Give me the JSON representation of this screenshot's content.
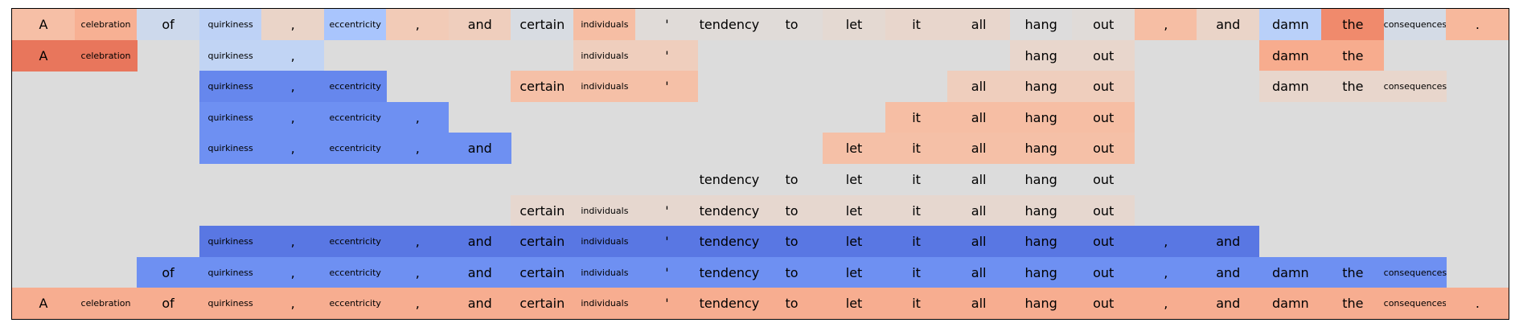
{
  "tokens": [
    "A",
    "celebration",
    "of",
    "quirkiness",
    ",",
    "eccentricity",
    ",",
    "and",
    "certain",
    "individuals",
    "'",
    "tendency",
    "to",
    "let",
    "it",
    "all",
    "hang",
    "out",
    ",",
    "and",
    "damn",
    "the",
    "consequences",
    "."
  ],
  "rows": [
    {
      "cells": [
        {
          "i": 0,
          "c": "#f6bfa6"
        },
        {
          "i": 1,
          "c": "#f7b093"
        },
        {
          "i": 2,
          "c": "#cdd9ec"
        },
        {
          "i": 3,
          "c": "#bed2f6"
        },
        {
          "i": 4,
          "c": "#ead4c8"
        },
        {
          "i": 5,
          "c": "#a9c5fd"
        },
        {
          "i": 6,
          "c": "#f2cbb7"
        },
        {
          "i": 7,
          "c": "#efcebd"
        },
        {
          "i": 8,
          "c": "#d8dce2"
        },
        {
          "i": 9,
          "c": "#f6bea4"
        },
        {
          "i": 10,
          "c": "#e0dbd8"
        },
        {
          "i": 11,
          "c": "#e0dbd8"
        },
        {
          "i": 12,
          "c": "#e0dbd8"
        },
        {
          "i": 13,
          "c": "#e4d9d2"
        },
        {
          "i": 14,
          "c": "#e8d6cc"
        },
        {
          "i": 15,
          "c": "#e8d6cc"
        },
        {
          "i": 16,
          "c": "#dddcdc"
        },
        {
          "i": 17,
          "c": "#e0dbd8"
        },
        {
          "i": 18,
          "c": "#f6bea4"
        },
        {
          "i": 19,
          "c": "#ead4c8"
        },
        {
          "i": 20,
          "c": "#b9d0f9"
        },
        {
          "i": 21,
          "c": "#f08a6c"
        },
        {
          "i": 22,
          "c": "#d4dbe6"
        },
        {
          "i": 23,
          "c": "#f7b89c"
        }
      ]
    },
    {
      "cells": [
        {
          "i": 0,
          "c": "#e8765c"
        },
        {
          "i": 1,
          "c": "#e8765c"
        },
        {
          "i": 3,
          "c": "#c1d4f4"
        },
        {
          "i": 4,
          "c": "#c1d4f4"
        },
        {
          "i": 9,
          "c": "#efcebd"
        },
        {
          "i": 10,
          "c": "#efcebd"
        },
        {
          "i": 16,
          "c": "#e8d6cc"
        },
        {
          "i": 17,
          "c": "#e8d6cc"
        },
        {
          "i": 20,
          "c": "#f7ac8e"
        },
        {
          "i": 21,
          "c": "#f7ac8e"
        }
      ]
    },
    {
      "cells": [
        {
          "i": 3,
          "c": "#6687ed"
        },
        {
          "i": 4,
          "c": "#6687ed"
        },
        {
          "i": 5,
          "c": "#6687ed"
        },
        {
          "i": 8,
          "c": "#f5c0a7"
        },
        {
          "i": 9,
          "c": "#f5c0a7"
        },
        {
          "i": 10,
          "c": "#f5c0a7"
        },
        {
          "i": 15,
          "c": "#efcebd"
        },
        {
          "i": 16,
          "c": "#efcebd"
        },
        {
          "i": 17,
          "c": "#efcebd"
        },
        {
          "i": 20,
          "c": "#e8d6cc"
        },
        {
          "i": 21,
          "c": "#e8d6cc"
        },
        {
          "i": 22,
          "c": "#e8d6cc"
        }
      ]
    },
    {
      "cells": [
        {
          "i": 3,
          "c": "#6e90f2"
        },
        {
          "i": 4,
          "c": "#6e90f2"
        },
        {
          "i": 5,
          "c": "#6e90f2"
        },
        {
          "i": 6,
          "c": "#6e90f2"
        },
        {
          "i": 14,
          "c": "#f6bea4"
        },
        {
          "i": 15,
          "c": "#f6bea4"
        },
        {
          "i": 16,
          "c": "#f6bea4"
        },
        {
          "i": 17,
          "c": "#f6bea4"
        }
      ]
    },
    {
      "cells": [
        {
          "i": 3,
          "c": "#6e90f2"
        },
        {
          "i": 4,
          "c": "#6e90f2"
        },
        {
          "i": 5,
          "c": "#6e90f2"
        },
        {
          "i": 6,
          "c": "#6e90f2"
        },
        {
          "i": 7,
          "c": "#6e90f2"
        },
        {
          "i": 13,
          "c": "#f5c0a7"
        },
        {
          "i": 14,
          "c": "#f5c0a7"
        },
        {
          "i": 15,
          "c": "#f5c0a7"
        },
        {
          "i": 16,
          "c": "#f5c0a7"
        },
        {
          "i": 17,
          "c": "#f5c0a7"
        }
      ]
    },
    {
      "cells": [
        {
          "i": 11,
          "c": "#dcdcdc"
        },
        {
          "i": 12,
          "c": "#dcdcdc"
        },
        {
          "i": 13,
          "c": "#dcdcdc"
        },
        {
          "i": 14,
          "c": "#dcdcdc"
        },
        {
          "i": 15,
          "c": "#dcdcdc"
        },
        {
          "i": 16,
          "c": "#dcdcdc"
        },
        {
          "i": 17,
          "c": "#dcdcdc"
        }
      ]
    },
    {
      "cells": [
        {
          "i": 8,
          "c": "#e6d7cf"
        },
        {
          "i": 9,
          "c": "#e6d7cf"
        },
        {
          "i": 10,
          "c": "#e6d7cf"
        },
        {
          "i": 11,
          "c": "#e6d7cf"
        },
        {
          "i": 12,
          "c": "#e6d7cf"
        },
        {
          "i": 13,
          "c": "#e6d7cf"
        },
        {
          "i": 14,
          "c": "#e6d7cf"
        },
        {
          "i": 15,
          "c": "#e6d7cf"
        },
        {
          "i": 16,
          "c": "#e6d7cf"
        },
        {
          "i": 17,
          "c": "#e6d7cf"
        }
      ]
    },
    {
      "cells": [
        {
          "i": 3,
          "c": "#5977e3"
        },
        {
          "i": 4,
          "c": "#5977e3"
        },
        {
          "i": 5,
          "c": "#5977e3"
        },
        {
          "i": 6,
          "c": "#5977e3"
        },
        {
          "i": 7,
          "c": "#5977e3"
        },
        {
          "i": 8,
          "c": "#5977e3"
        },
        {
          "i": 9,
          "c": "#5977e3"
        },
        {
          "i": 10,
          "c": "#5977e3"
        },
        {
          "i": 11,
          "c": "#5977e3"
        },
        {
          "i": 12,
          "c": "#5977e3"
        },
        {
          "i": 13,
          "c": "#5977e3"
        },
        {
          "i": 14,
          "c": "#5977e3"
        },
        {
          "i": 15,
          "c": "#5977e3"
        },
        {
          "i": 16,
          "c": "#5977e3"
        },
        {
          "i": 17,
          "c": "#5977e3"
        },
        {
          "i": 18,
          "c": "#5977e3"
        },
        {
          "i": 19,
          "c": "#5977e3"
        }
      ]
    },
    {
      "cells": [
        {
          "i": 2,
          "c": "#6e90f2"
        },
        {
          "i": 3,
          "c": "#6e90f2"
        },
        {
          "i": 4,
          "c": "#6e90f2"
        },
        {
          "i": 5,
          "c": "#6e90f2"
        },
        {
          "i": 6,
          "c": "#6e90f2"
        },
        {
          "i": 7,
          "c": "#6e90f2"
        },
        {
          "i": 8,
          "c": "#6e90f2"
        },
        {
          "i": 9,
          "c": "#6e90f2"
        },
        {
          "i": 10,
          "c": "#6e90f2"
        },
        {
          "i": 11,
          "c": "#6e90f2"
        },
        {
          "i": 12,
          "c": "#6e90f2"
        },
        {
          "i": 13,
          "c": "#6e90f2"
        },
        {
          "i": 14,
          "c": "#6e90f2"
        },
        {
          "i": 15,
          "c": "#6e90f2"
        },
        {
          "i": 16,
          "c": "#6e90f2"
        },
        {
          "i": 17,
          "c": "#6e90f2"
        },
        {
          "i": 18,
          "c": "#6e90f2"
        },
        {
          "i": 19,
          "c": "#6e90f2"
        },
        {
          "i": 20,
          "c": "#6e90f2"
        },
        {
          "i": 21,
          "c": "#6e90f2"
        },
        {
          "i": 22,
          "c": "#6e90f2"
        }
      ]
    },
    {
      "cells": [
        {
          "i": 0,
          "c": "#f7ad90"
        },
        {
          "i": 1,
          "c": "#f7ad90"
        },
        {
          "i": 2,
          "c": "#f7ad90"
        },
        {
          "i": 3,
          "c": "#f7ad90"
        },
        {
          "i": 4,
          "c": "#f7ad90"
        },
        {
          "i": 5,
          "c": "#f7ad90"
        },
        {
          "i": 6,
          "c": "#f7ad90"
        },
        {
          "i": 7,
          "c": "#f7ad90"
        },
        {
          "i": 8,
          "c": "#f7ad90"
        },
        {
          "i": 9,
          "c": "#f7ad90"
        },
        {
          "i": 10,
          "c": "#f7ad90"
        },
        {
          "i": 11,
          "c": "#f7ad90"
        },
        {
          "i": 12,
          "c": "#f7ad90"
        },
        {
          "i": 13,
          "c": "#f7ad90"
        },
        {
          "i": 14,
          "c": "#f7ad90"
        },
        {
          "i": 15,
          "c": "#f7ad90"
        },
        {
          "i": 16,
          "c": "#f7ad90"
        },
        {
          "i": 17,
          "c": "#f7ad90"
        },
        {
          "i": 18,
          "c": "#f7ad90"
        },
        {
          "i": 19,
          "c": "#f7ad90"
        },
        {
          "i": 20,
          "c": "#f7ad90"
        },
        {
          "i": 21,
          "c": "#f7ad90"
        },
        {
          "i": 22,
          "c": "#f7ad90"
        },
        {
          "i": 23,
          "c": "#f7ad90"
        }
      ]
    }
  ]
}
